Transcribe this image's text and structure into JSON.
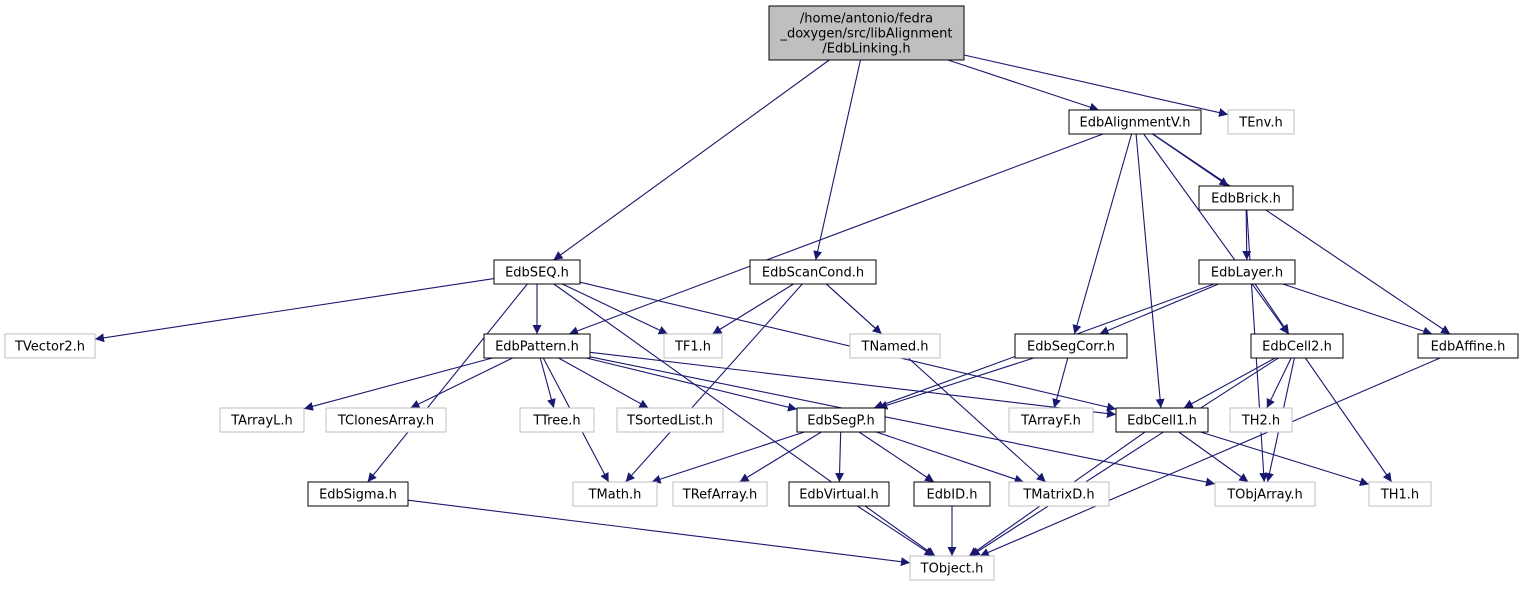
{
  "colors": {
    "edge": "#191970",
    "root_fill": "#bfbfbf",
    "documented_border": "#000000",
    "external_border": "#bfbfbf",
    "external_text": "#999999",
    "node_fill": "#ffffff"
  },
  "nodes": [
    {
      "id": "root",
      "lines": [
        "/home/antonio/fedra",
        "_doxygen/src/libAlignment",
        "/EdbLinking.h"
      ],
      "kind": "root"
    },
    {
      "id": "alignv",
      "lines": [
        "EdbAlignmentV.h"
      ],
      "kind": "documented"
    },
    {
      "id": "tenv",
      "lines": [
        "TEnv.h"
      ],
      "kind": "external"
    },
    {
      "id": "brick",
      "lines": [
        "EdbBrick.h"
      ],
      "kind": "documented"
    },
    {
      "id": "seq",
      "lines": [
        "EdbSEQ.h"
      ],
      "kind": "documented"
    },
    {
      "id": "scancond",
      "lines": [
        "EdbScanCond.h"
      ],
      "kind": "documented"
    },
    {
      "id": "layer",
      "lines": [
        "EdbLayer.h"
      ],
      "kind": "documented"
    },
    {
      "id": "tvector2",
      "lines": [
        "TVector2.h"
      ],
      "kind": "external"
    },
    {
      "id": "pattern",
      "lines": [
        "EdbPattern.h"
      ],
      "kind": "documented"
    },
    {
      "id": "tf1",
      "lines": [
        "TF1.h"
      ],
      "kind": "external"
    },
    {
      "id": "tnamed",
      "lines": [
        "TNamed.h"
      ],
      "kind": "external"
    },
    {
      "id": "segcorr",
      "lines": [
        "EdbSegCorr.h"
      ],
      "kind": "documented"
    },
    {
      "id": "cell2",
      "lines": [
        "EdbCell2.h"
      ],
      "kind": "documented"
    },
    {
      "id": "affine",
      "lines": [
        "EdbAffine.h"
      ],
      "kind": "documented"
    },
    {
      "id": "tarrayl",
      "lines": [
        "TArrayL.h"
      ],
      "kind": "external"
    },
    {
      "id": "tclones",
      "lines": [
        "TClonesArray.h"
      ],
      "kind": "external"
    },
    {
      "id": "ttree",
      "lines": [
        "TTree.h"
      ],
      "kind": "external"
    },
    {
      "id": "tsorted",
      "lines": [
        "TSortedList.h"
      ],
      "kind": "external"
    },
    {
      "id": "segp",
      "lines": [
        "EdbSegP.h"
      ],
      "kind": "documented"
    },
    {
      "id": "tarrayf",
      "lines": [
        "TArrayF.h"
      ],
      "kind": "external"
    },
    {
      "id": "cell1",
      "lines": [
        "EdbCell1.h"
      ],
      "kind": "documented"
    },
    {
      "id": "th2",
      "lines": [
        "TH2.h"
      ],
      "kind": "external"
    },
    {
      "id": "sigma",
      "lines": [
        "EdbSigma.h"
      ],
      "kind": "documented"
    },
    {
      "id": "tmath",
      "lines": [
        "TMath.h"
      ],
      "kind": "external"
    },
    {
      "id": "trefarray",
      "lines": [
        "TRefArray.h"
      ],
      "kind": "external"
    },
    {
      "id": "virtual",
      "lines": [
        "EdbVirtual.h"
      ],
      "kind": "documented"
    },
    {
      "id": "edbid",
      "lines": [
        "EdbID.h"
      ],
      "kind": "documented"
    },
    {
      "id": "tmatrixd",
      "lines": [
        "TMatrixD.h"
      ],
      "kind": "external"
    },
    {
      "id": "tobjarray",
      "lines": [
        "TObjArray.h"
      ],
      "kind": "external"
    },
    {
      "id": "th1",
      "lines": [
        "TH1.h"
      ],
      "kind": "external"
    },
    {
      "id": "tobject",
      "lines": [
        "TObject.h"
      ],
      "kind": "external"
    }
  ],
  "edges": [
    [
      "root",
      "seq"
    ],
    [
      "root",
      "scancond"
    ],
    [
      "root",
      "alignv"
    ],
    [
      "root",
      "tenv"
    ],
    [
      "alignv",
      "pattern"
    ],
    [
      "alignv",
      "segcorr"
    ],
    [
      "alignv",
      "cell1"
    ],
    [
      "alignv",
      "brick"
    ],
    [
      "alignv",
      "cell2"
    ],
    [
      "alignv",
      "affine"
    ],
    [
      "brick",
      "layer"
    ],
    [
      "brick",
      "tobjarray"
    ],
    [
      "seq",
      "tvector2"
    ],
    [
      "seq",
      "pattern"
    ],
    [
      "seq",
      "tf1"
    ],
    [
      "seq",
      "sigma"
    ],
    [
      "seq",
      "cell1"
    ],
    [
      "seq",
      "tobject"
    ],
    [
      "scancond",
      "tf1"
    ],
    [
      "scancond",
      "tnamed"
    ],
    [
      "scancond",
      "tmath"
    ],
    [
      "scancond",
      "tmatrixd"
    ],
    [
      "layer",
      "segp"
    ],
    [
      "layer",
      "segcorr"
    ],
    [
      "layer",
      "cell2"
    ],
    [
      "layer",
      "affine"
    ],
    [
      "pattern",
      "tarrayl"
    ],
    [
      "pattern",
      "tclones"
    ],
    [
      "pattern",
      "ttree"
    ],
    [
      "pattern",
      "tsorted"
    ],
    [
      "pattern",
      "segp"
    ],
    [
      "pattern",
      "tmath"
    ],
    [
      "pattern",
      "cell1"
    ],
    [
      "pattern",
      "tobjarray"
    ],
    [
      "segcorr",
      "segp"
    ],
    [
      "segcorr",
      "tarrayf"
    ],
    [
      "cell2",
      "cell1"
    ],
    [
      "cell2",
      "th2"
    ],
    [
      "cell2",
      "tobjarray"
    ],
    [
      "cell2",
      "th1"
    ],
    [
      "cell2",
      "tobject"
    ],
    [
      "affine",
      "tobject"
    ],
    [
      "segp",
      "tmath"
    ],
    [
      "segp",
      "trefarray"
    ],
    [
      "segp",
      "virtual"
    ],
    [
      "segp",
      "edbid"
    ],
    [
      "segp",
      "tmatrixd"
    ],
    [
      "cell1",
      "tobjarray"
    ],
    [
      "cell1",
      "th1"
    ],
    [
      "cell1",
      "tobject"
    ],
    [
      "sigma",
      "tobject"
    ],
    [
      "virtual",
      "tobject"
    ],
    [
      "edbid",
      "tobject"
    ]
  ]
}
